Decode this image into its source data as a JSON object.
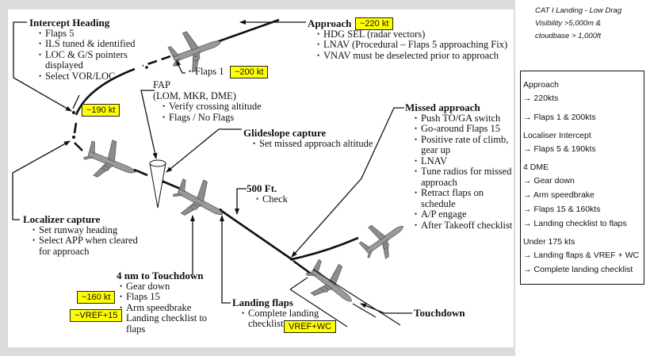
{
  "diagram": {
    "title_note": [
      "CAT I Landing - Low Drag",
      "Visibility >5,000m &",
      "cloudbase > 1,000ft"
    ],
    "callouts": {
      "intercept_heading": {
        "title": "Intercept Heading",
        "items": [
          "Flaps 5",
          "ILS tuned & identified",
          "LOC & G/S pointers displayed",
          "Select VOR/LOC"
        ]
      },
      "approach": {
        "title": "Approach",
        "items": [
          "HDG SEL (radar vectors)",
          "LNAV (Procedural – Flaps 5 approaching Fix)",
          "VNAV must be deselected prior to approach"
        ]
      },
      "flaps1": {
        "items": [
          "Flaps 1"
        ]
      },
      "fap": {
        "title": "FAP",
        "subtitle": "(LOM, MKR, DME)",
        "items": [
          "Verify crossing altitude",
          "Flags / No Flags"
        ]
      },
      "glideslope_capture": {
        "title": "Glideslope capture",
        "items": [
          "Set missed approach altitude"
        ]
      },
      "missed_approach": {
        "title": "Missed approach",
        "items": [
          "Push TO/GA switch",
          "Go-around Flaps 15",
          "Positive rate of climb, gear up",
          "LNAV",
          "Tune radios for missed approach",
          "Retract flaps on schedule",
          "A/P engage",
          "After Takeoff checklist"
        ]
      },
      "localizer_capture": {
        "title": "Localizer capture",
        "items": [
          "Set runway heading",
          "Select APP when cleared for approach"
        ]
      },
      "five_hundred_ft": {
        "title": "500 Ft.",
        "items": [
          "Check"
        ]
      },
      "four_nm": {
        "title": "4 nm to Touchdown",
        "items": [
          "Gear down",
          "Flaps 15",
          "Arm speedbrake",
          "Landing checklist to flaps"
        ]
      },
      "landing_flaps": {
        "title": "Landing flaps",
        "items": [
          "Complete landing checklist"
        ]
      },
      "touchdown": {
        "title": "Touchdown"
      }
    },
    "badges": {
      "approach_speed": "~220 kt",
      "flaps1_speed": "~200 kt",
      "intercept_speed": "~190 kt",
      "flaps15_speed": "~160 kt",
      "vref15": "~VREF+15",
      "vref_wc": "VREF+WC"
    },
    "colors": {
      "badge": "#ffff00",
      "frame": "#dcdcdc",
      "aircraft": "#9a9a9a"
    }
  },
  "summary": {
    "sections": [
      {
        "heading": "Approach",
        "steps": [
          "→ 220kts",
          "→ Flaps 1 & 200kts"
        ]
      },
      {
        "heading": "Localiser Intercept",
        "steps": [
          "→ Flaps 5 & 190kts"
        ]
      },
      {
        "heading": "4 DME",
        "steps": [
          "→ Gear down",
          "→ Arm speedbrake",
          "→ Flaps 15 & 160kts",
          "→ Landing checklist to flaps"
        ]
      },
      {
        "heading": "Under 175 kts",
        "steps": [
          "→ Landing flaps & VREF + WC",
          "→ Complete landing checklist"
        ]
      }
    ]
  }
}
